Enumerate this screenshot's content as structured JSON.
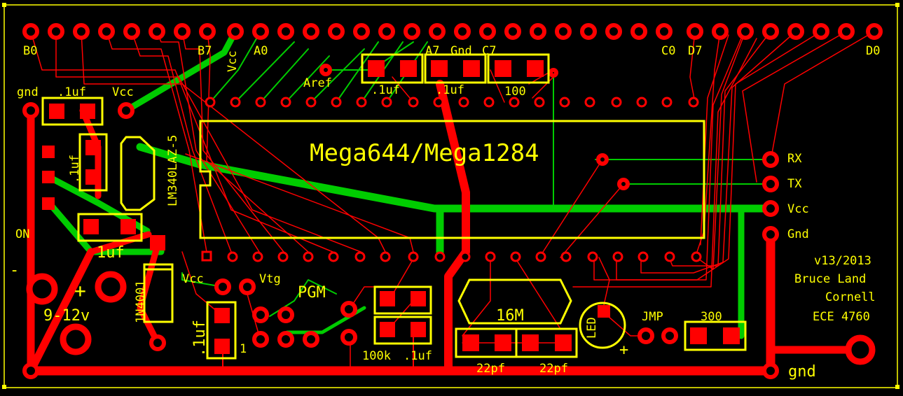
{
  "board": {
    "colors": {
      "background": "#000000",
      "top_copper": "#ff0000",
      "bottom_copper": "#00cc00",
      "silkscreen": "#ffff00",
      "border": "#ffff00"
    },
    "port_labels": {
      "b0": "B0",
      "b7": "B7",
      "vcc_top": "Vcc",
      "a0": "A0",
      "a7": "A7",
      "gnd_top": "Gnd",
      "c7": "C7",
      "c0": "C0",
      "d7": "D7",
      "d0": "D0"
    },
    "labels": {
      "gnd_left": "gnd",
      "cap_01uf_top": ".1uf",
      "vcc_left": "Vcc",
      "aref": "Aref",
      "cap_01uf_a": ".1uf",
      "cap_01uf_b": ".1uf",
      "res_100": "100",
      "chip": "Mega644/Mega1284",
      "regulator": "LM340LAZ-5",
      "cap_01uf_vert": ".1uf",
      "cap_1uf": "1uf",
      "on": "ON",
      "minus": "-",
      "plus": "+",
      "supply": "9-12v",
      "diode": "1N4001",
      "vcc_pgm": "Vcc",
      "vtg": "Vtg",
      "pgm": "PGM",
      "cap_01uf_pgm": ".1uf",
      "pin_one": "1",
      "res_100k": "100k",
      "cap_01uf_bottom": ".1uf",
      "crystal": "16M",
      "cap_22pf_a": "22pf",
      "cap_22pf_b": "22pf",
      "led": "LED",
      "led_plus": "+",
      "jmp": "JMP",
      "res_300": "300",
      "rx": "RX",
      "tx": "TX",
      "vcc_right": "Vcc",
      "gnd_right": "Gnd",
      "gnd_bottom": "gnd"
    },
    "credits": {
      "version": "v13/2013",
      "author": "Bruce Land",
      "school": "Cornell",
      "course": "ECE 4760"
    }
  }
}
